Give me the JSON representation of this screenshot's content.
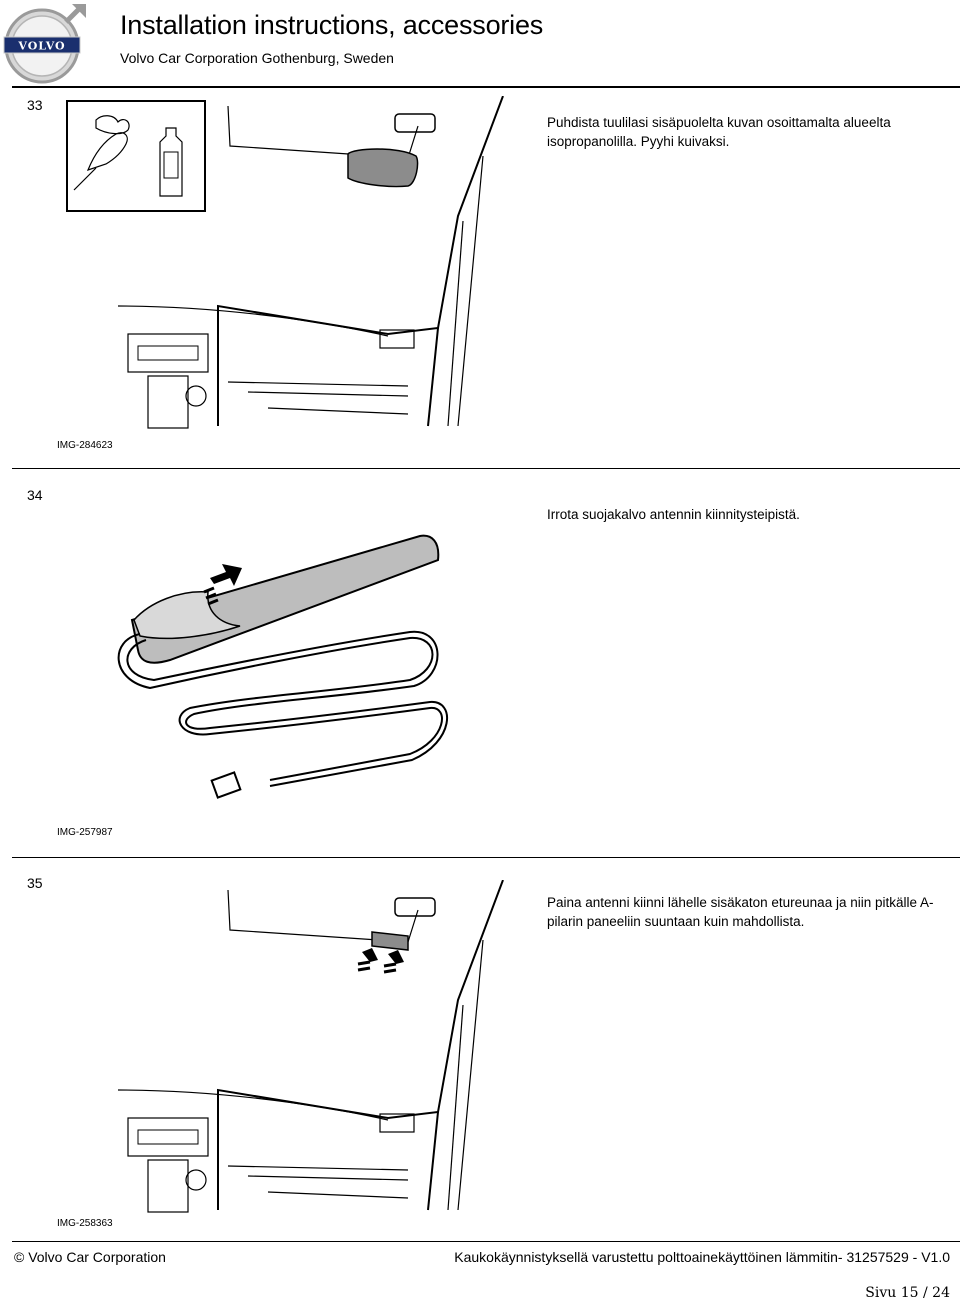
{
  "header": {
    "title": "Installation instructions, accessories",
    "subtitle": "Volvo Car Corporation Gothenburg, Sweden",
    "logo_text": "VOLVO"
  },
  "steps": [
    {
      "number": "33",
      "text": "Puhdista tuulilasi sisäpuolelta kuvan osoittamalta alueelta isopropanolilla. Pyyhi kuivaksi.",
      "image_id": "IMG-284623"
    },
    {
      "number": "34",
      "text": "Irrota suojakalvo antennin kiinnitysteipistä.",
      "image_id": "IMG-257987"
    },
    {
      "number": "35",
      "text": "Paina antenni kiinni lähelle sisäkaton etureunaa ja niin pitkälle A-pilarin paneeliin suuntaan kuin mahdollista.",
      "image_id": "IMG-258363"
    }
  ],
  "footer": {
    "left": "© Volvo Car Corporation",
    "right": "Kaukokäynnistyksellä varustettu polttoainekäyttöinen lämmitin- 31257529 - V1.0",
    "page": "Sivu 15 / 24"
  }
}
